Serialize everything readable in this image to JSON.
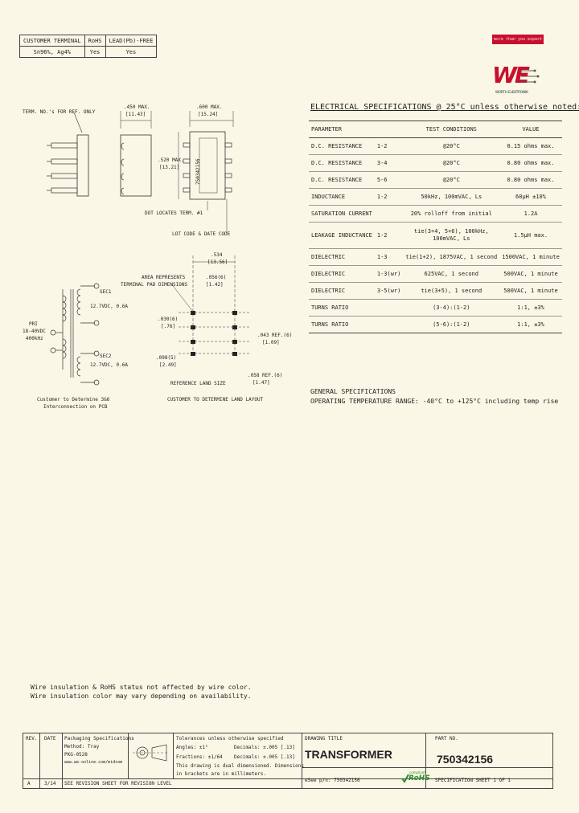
{
  "customer_table": {
    "headers": [
      "CUSTOMER TERMINAL",
      "RoHS",
      "LEAD(Pb)-FREE"
    ],
    "row": [
      "Sn96%, Ag4%",
      "Yes",
      "Yes"
    ]
  },
  "brand_banner": "more than you expect",
  "logo": {
    "letters": "WE",
    "name": "WÜRTH ELEKTRONIK"
  },
  "spec_title": "ELECTRICAL SPECIFICATIONS @ 25°C unless otherwise noted:",
  "spec_headers": [
    "PARAMETER",
    "TEST CONDITIONS",
    "VALUE"
  ],
  "spec_rows": [
    {
      "param": "D.C. RESISTANCE",
      "pins": "1-2",
      "cond": "@20°C",
      "value": "0.15 ohms max."
    },
    {
      "param": "D.C. RESISTANCE",
      "pins": "3-4",
      "cond": "@20°C",
      "value": "0.80 ohms max."
    },
    {
      "param": "D.C. RESISTANCE",
      "pins": "5-6",
      "cond": "@20°C",
      "value": "0.80 ohms max."
    },
    {
      "param": "INDUCTANCE",
      "pins": "1-2",
      "cond": "50kHz, 100mVAC, Ls",
      "value": "60μH ±10%"
    },
    {
      "param": "SATURATION CURRENT",
      "pins": "",
      "cond": "20% rolloff from initial",
      "value": "1.2A"
    },
    {
      "param": "LEAKAGE INDUCTANCE",
      "pins": "1-2",
      "cond": "tie(3+4, 5+6), 100kHz, 100mVAC, Ls",
      "value": "1.5μH max."
    },
    {
      "param": "DIELECTRIC",
      "pins": "1-3",
      "cond": "tie(1+2), 1875VAC, 1 second",
      "value": "1500VAC, 1 minute"
    },
    {
      "param": "DIELECTRIC",
      "pins": "1-3(wr)",
      "cond": "625VAC, 1 second",
      "value": "500VAC, 1 minute"
    },
    {
      "param": "DIELECTRIC",
      "pins": "3-5(wr)",
      "cond": "tie(3+5), 1 second",
      "value": "500VAC, 1 minute"
    },
    {
      "param": "TURNS RATIO",
      "pins": "",
      "cond": "(3-4):(1-2)",
      "value": "1:1, ±3%"
    },
    {
      "param": "TURNS RATIO",
      "pins": "",
      "cond": "(5-6):(1-2)",
      "value": "1:1, ±3%"
    }
  ],
  "general": {
    "title": "GENERAL SPECIFICATIONS",
    "operating": "OPERATING TEMPERATURE RANGE: -40°C to +125°C including temp rise"
  },
  "drawing": {
    "term_note": "TERM. NO.'s FOR REF. ONLY",
    "dim_450": ".450 MAX.",
    "dim_450_mm": "[11.43]",
    "dim_600": ".600 MAX.",
    "dim_600_mm": "[15.24]",
    "dim_520": ".520 MAX.",
    "dim_520_mm": "[13.21]",
    "part_on_body": "750342156",
    "dot_note": "DOT LOCATES TERM. #1",
    "date_note": "LOT CODE & DATE CODE",
    "dim_534": ".534",
    "dim_534_mm": "[13.56]",
    "dim_056": ".056(6)",
    "dim_056_mm": "[1.42]",
    "pad_note_1": "AREA REPRESENTS",
    "pad_note_2": "TERMINAL PAD DIMENSIONS",
    "dim_030": ".030(6)",
    "dim_030_mm": "[.76]",
    "dim_098": ".098(5)",
    "dim_098_mm": "[2.49]",
    "dim_043": ".043 REF.(6)",
    "dim_043_mm": "[1.09]",
    "dim_058": ".058 REF.(6)",
    "dim_058_mm": "[1.47]",
    "land_note": "REFERENCE LAND SIZE",
    "customer_land": "CUSTOMER TO DETERMINE LAND LAYOUT",
    "sec1_name": "SEC1",
    "sec1_rating": "12.7VDC, 0.6A",
    "sec2_name": "SEC2",
    "sec2_rating": "12.7VDC, 0.6A",
    "pri_name": "PRI",
    "pri_voltage": "18-40VDC",
    "pri_freq": "400kHz",
    "schem_note_1": "Customer to Determine 3&6",
    "schem_note_2": "Interconnection on PCB"
  },
  "notes": [
    "Wire insulation & RoHS status not affected by wire color.",
    "Wire insulation color may vary depending on availability."
  ],
  "title_block": {
    "rev_label": "REV.",
    "date_label": "DATE",
    "pkg_1": "Packaging Specifications",
    "pkg_2": "Method: Tray",
    "pkg_3": "PKG-0528",
    "website": "www.we-online.com/midcom",
    "tol_1": "Tolerances unless otherwise specified",
    "tol_2": "Angles: ±1°",
    "tol_3": "Fractions: ±1/64",
    "tol_4": "Decimals: ±.005 [.13]",
    "tol_5": "Decimals: ±.005 [.13]",
    "dual_1": "This drawing is dual dimensioned. Dimensions",
    "dual_2": "in brackets are in millimeters.",
    "rev_val": "A",
    "date_val": "3/14",
    "revision_note": "SEE REVISION SHEET FOR REVISION LEVEL",
    "drawing_title_label": "DRAWING TITLE",
    "drawing_title": "TRANSFORMER",
    "part_no_label": "PART NO.",
    "part_no": "750342156",
    "epart": "eSee p/n: 750342156",
    "sheet": "SPECIFICATION SHEET 1 OF 1",
    "rohs_compliant": "compliant",
    "rohs": "RoHS"
  },
  "colors": {
    "paper": "#fbf7e6",
    "brand_red": "#c8102e",
    "rohs_green": "#2e8b2e"
  }
}
